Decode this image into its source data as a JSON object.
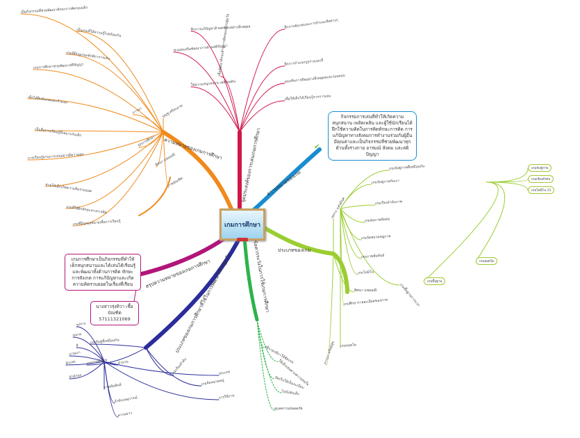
{
  "center": {
    "title": "เกมการศึกษา",
    "icon": "book-icon"
  },
  "colors": {
    "orange": "#f08a1c",
    "crimson": "#d0174a",
    "blue": "#1a8cd0",
    "lime": "#9acd32",
    "green": "#2db34a",
    "navy": "#2a2d9a",
    "magenta": "#b0167a"
  },
  "branches": {
    "meaning_edu_game": {
      "label": "ความหมายของเกมการศึกษา",
      "subs": [
        "บุญชู ศรีสะอาด",
        "ภาวนา",
        "นักการศึกษา",
        "ทิศนา แขมมณี",
        "ราชบัณฑิต"
      ],
      "leaves": [
        "เป็นกิจกรรมที่ช่วยพัฒนาทักษะการคิดของเด็ก",
        "เป็นเกมที่ให้ความรู้ไปพร้อมกัน",
        "เกมที่มีกฎเกณฑ์กติกาการเล่น",
        "เกมการศึกษาช่วยพัฒนาสติปัญญา",
        "เด็กได้ฝึกสังเกตและจำแนก",
        "เป็นสื่อการเรียนรู้ที่เหมาะกับเด็ก",
        "การเรียนรู้ผ่านการเล่นอย่างมีความสุข",
        "ช่วยให้เด็กเกิดความคิดรวบยอด",
        "เกมที่ใช้ฝึกทักษะทางการคิด",
        "เกมที่มีจุดมุ่งหมายเพื่อการเรียนรู้"
      ]
    },
    "purpose": {
      "label": "จุดประสงค์ของการเล่นเกมการศึกษา",
      "leaves": [
        "เพื่อพัฒนาทักษะด้านการคิดของเด็กปฐมวัย",
        "ฝึกการแก้ปัญหาด้วยตนเองอย่างมีเหตุผล",
        "ฝึกการสังเกตและการจำแนกสิ่งต่างๆ",
        "ช่วยส่งเสริมพัฒนาการด้านสติปัญญา",
        "ฝึกการจำแนกรูปร่างและสี",
        "ส่งเสริมการคิดอย่างมีเหตุผลและรอบคอบ",
        "ให้ความสนุกสนาน เพลิดเพลิน",
        "เพื่อให้เด็กได้เรียนรู้จากการเล่น"
      ]
    },
    "meaning_game": {
      "label": "ความหมายของเกม",
      "note": "กิจกรรมการเล่นที่ทำให้เกิดความสนุกสนาน เพลิดเพลิน และผู้ใช้นักเรียนได้ฝึกใช้ความคิดในการคิดทักษะการคิด การแก้ปัญหาทางสังคมการทำงานร่วมกับผู้อื่นมีคุณค่าและเป็นกิจกรรมที่ช่วยพัฒนาทุกด้านทั้งร่างกาย อารมณ์ สังคม และสติปัญญา"
    },
    "types": {
      "label": "ประเภทของเกม",
      "subs": [
        "เพราะ แฮนด์บุค",
        "ทิศนา แขมมณี",
        "ภาวนา ทรัพย์สุข"
      ],
      "leaves": [
        "เกมจับคู่ภาพที่เหมือนกัน",
        "เกมจับคู่ภาพกับเงา",
        "เกมเรียงลำดับภาพ",
        "เกมต่อภาพตัดต่อ",
        "เกมจัดหมวดหมู่ภาพ",
        "เกมภาพสัมพันธ์",
        "เกมโดมิโน",
        "เกมพื้นฐานการบวก",
        "เกมศึกษารายละเอียดของภาพ",
        "เกมลอตโต"
      ],
      "minis": [
        "เกมจับคู่ภาพ",
        "เกมเรียงลำดับ",
        "เกมโดมิโน 15",
        "เกมลอตโต",
        "เกมพื้นฐาน"
      ]
    },
    "caution": {
      "label": "ข้อควรระวังในการใช้เกมการศึกษา",
      "leaves": [
        "อธิบายกติกาให้ชัดเจน",
        "ให้เด็กเล่นตามความสนใจ",
        "จัดเก็บให้เป็นระเบียบ",
        "ไม่บังคับเด็ก",
        "ดูแลความปลอดภัย"
      ]
    },
    "types_dev": {
      "label": "ประเภทของเกมการศึกษาที่ใช้ในการพัฒนาเด็กปฐมวัย",
      "subs": [
        "เกมจับคู่ที่เหมือนกัน",
        "เกมภาพตัดต่อ",
        "เกมเรียงลำดับ",
        "เกมจัดหมวดหมู่"
      ],
      "leaves": [
        "รูปร่าง",
        "ขนาด",
        "สี",
        "ภาพเงา",
        "ตัวเลข",
        "ตัวอักษร",
        "จำนวน",
        "ภาพสัมพันธ์",
        "ลำดับเหตุการณ์",
        "ความยาว",
        "ประเภท",
        "การใช้งาน"
      ]
    },
    "summary": {
      "label": "สรุปความหมายของเกมการศึกษา",
      "note": "เกมการศึกษาเป็นกิจกรรมที่ทำให้เด็กสนุกสนานและได้เล่นได้เรียนรู้และพัฒนาทั้งด้านการคิด ทักษะ การสังเกต การแก้ปัญหาและเกิดความคิดรวบยอดในเรื่องที่เรียน",
      "author": "นางสาวรุ่งทิวา  เชื้อบัณฑิต",
      "student_id": "57111321069"
    }
  }
}
